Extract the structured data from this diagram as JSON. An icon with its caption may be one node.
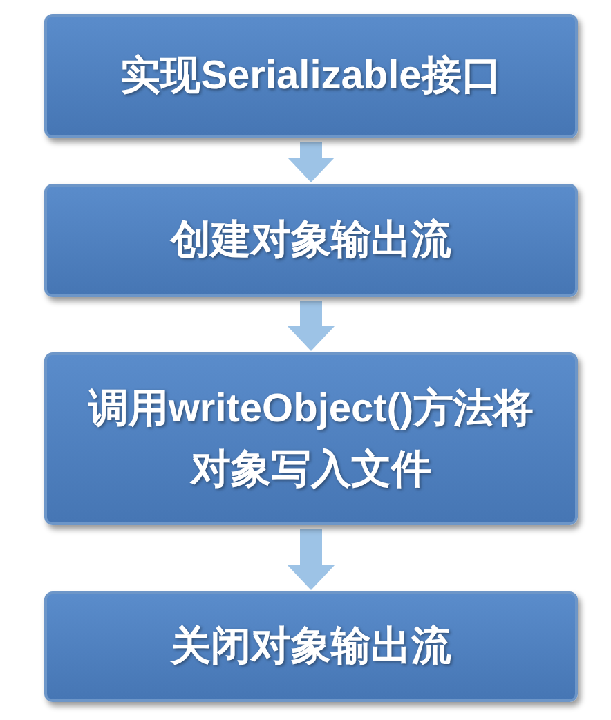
{
  "diagram": {
    "nodes": [
      {
        "text": [
          "实现Serializable接口"
        ]
      },
      {
        "text": [
          "创建对象输出流"
        ]
      },
      {
        "text": [
          "调用writeObject()方法将对象写入文件"
        ]
      },
      {
        "text": [
          "关闭对象输出流"
        ]
      }
    ],
    "edges": [
      {
        "from": 0,
        "to": 1,
        "arrow": "to"
      },
      {
        "from": 1,
        "to": 2,
        "arrow": "to"
      },
      {
        "from": 2,
        "to": 3,
        "arrow": "to"
      }
    ]
  }
}
